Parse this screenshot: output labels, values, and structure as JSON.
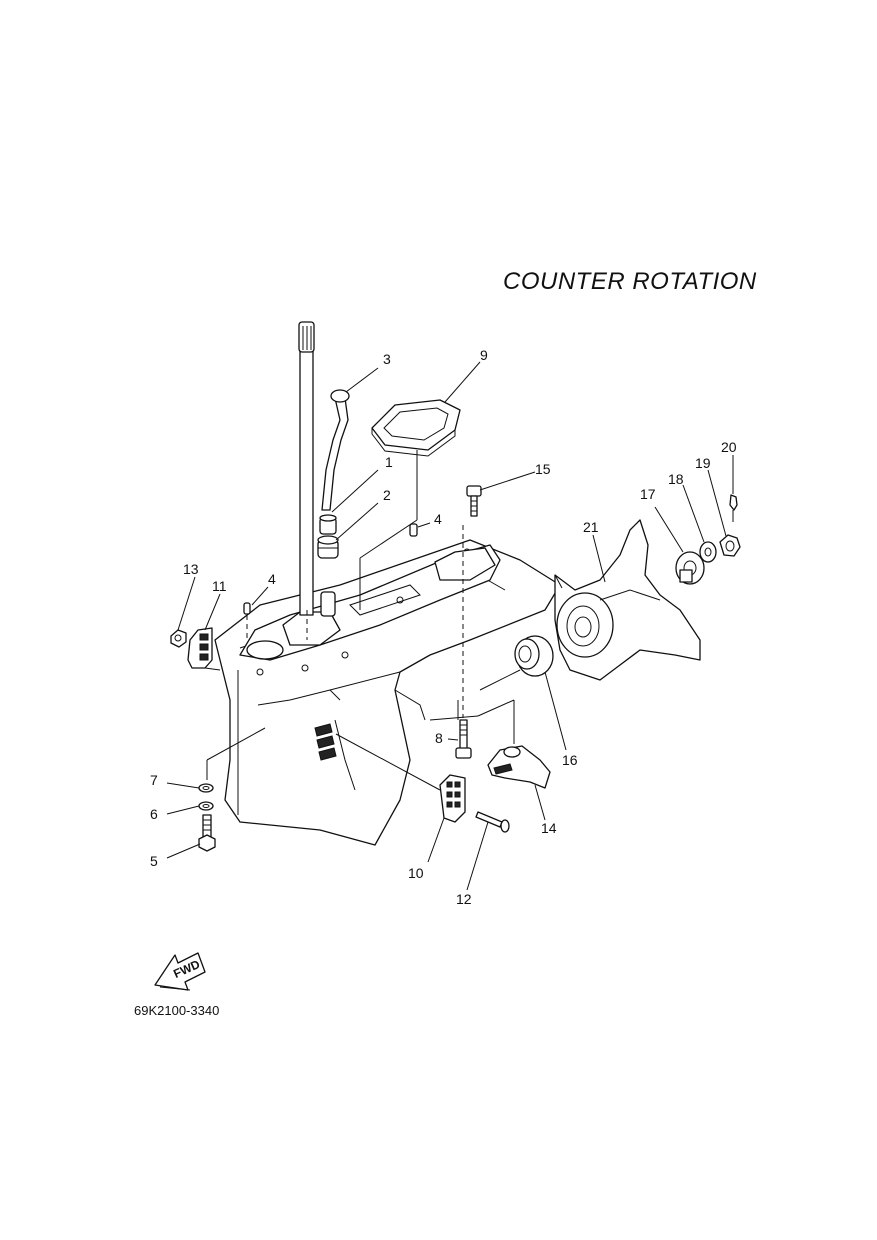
{
  "title": "COUNTER ROTATION",
  "drawing_code": "69K2100-3340",
  "fwd_label": "FWD",
  "callouts": [
    {
      "id": "1",
      "label": "1"
    },
    {
      "id": "2",
      "label": "2"
    },
    {
      "id": "3",
      "label": "3"
    },
    {
      "id": "4a",
      "label": "4"
    },
    {
      "id": "4b",
      "label": "4"
    },
    {
      "id": "5",
      "label": "5"
    },
    {
      "id": "6",
      "label": "6"
    },
    {
      "id": "7",
      "label": "7"
    },
    {
      "id": "8",
      "label": "8"
    },
    {
      "id": "9",
      "label": "9"
    },
    {
      "id": "10",
      "label": "10"
    },
    {
      "id": "11",
      "label": "11"
    },
    {
      "id": "12",
      "label": "12"
    },
    {
      "id": "13",
      "label": "13"
    },
    {
      "id": "14",
      "label": "14"
    },
    {
      "id": "15",
      "label": "15"
    },
    {
      "id": "16",
      "label": "16"
    },
    {
      "id": "17",
      "label": "17"
    },
    {
      "id": "18",
      "label": "18"
    },
    {
      "id": "19",
      "label": "19"
    },
    {
      "id": "20",
      "label": "20"
    },
    {
      "id": "21",
      "label": "21"
    }
  ]
}
